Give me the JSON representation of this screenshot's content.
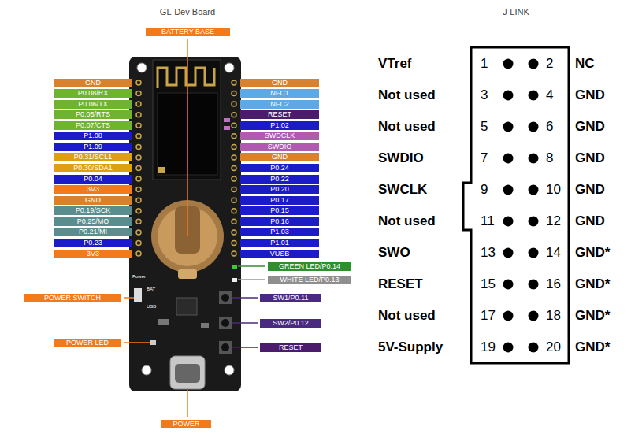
{
  "diagram": {
    "title": "GL-Dev Board",
    "nodes": [
      {
        "text": [
          "GND"
        ]
      },
      {
        "text": [
          "P0.08/RX"
        ]
      },
      {
        "text": [
          "P0.06/TX"
        ]
      },
      {
        "text": [
          "P0.05/RTS"
        ]
      },
      {
        "text": [
          "P0.07/CTS"
        ]
      },
      {
        "text": [
          "P1.08"
        ]
      },
      {
        "text": [
          "P1.09"
        ]
      },
      {
        "text": [
          "P0.31/SCL1"
        ]
      },
      {
        "text": [
          "P0.30/SDA1"
        ]
      },
      {
        "text": [
          "P0.04"
        ]
      },
      {
        "text": [
          "3V3"
        ]
      },
      {
        "text": [
          "GND"
        ]
      },
      {
        "text": [
          "P0.19/SCK"
        ]
      },
      {
        "text": [
          "P0.25/MO"
        ]
      },
      {
        "text": [
          "P0.21/MI"
        ]
      },
      {
        "text": [
          "P0.23"
        ]
      },
      {
        "text": [
          "3V3"
        ]
      },
      {
        "text": [
          "GND"
        ]
      },
      {
        "text": [
          "NFC1"
        ]
      },
      {
        "text": [
          "NFC2"
        ]
      },
      {
        "text": [
          "RESET"
        ]
      },
      {
        "text": [
          "P1.02"
        ]
      },
      {
        "text": [
          "SWDCLK"
        ]
      },
      {
        "text": [
          "SWDIO"
        ]
      },
      {
        "text": [
          "GND"
        ]
      },
      {
        "text": [
          "P0.24"
        ]
      },
      {
        "text": [
          "P0.22"
        ]
      },
      {
        "text": [
          "P0.20"
        ]
      },
      {
        "text": [
          "P0.17"
        ]
      },
      {
        "text": [
          "P0.15"
        ]
      },
      {
        "text": [
          "P0.16"
        ]
      },
      {
        "text": [
          "P1.03"
        ]
      },
      {
        "text": [
          "P1.01"
        ]
      },
      {
        "text": [
          "VUSB"
        ]
      },
      {
        "text": [
          "GREEN LED/P0.14"
        ]
      },
      {
        "text": [
          "WHITE LED/P0.13"
        ]
      },
      {
        "text": [
          "SW1/P0.11"
        ]
      },
      {
        "text": [
          "SW2/P0.12"
        ]
      },
      {
        "text": [
          "RESET"
        ]
      },
      {
        "text": [
          "POWER SWITCH"
        ]
      },
      {
        "text": [
          "POWER LED"
        ]
      },
      {
        "text": [
          "BATTERY BASE"
        ]
      },
      {
        "text": [
          "POWER"
        ]
      }
    ],
    "labels": [
      "J-LINK",
      "VTref",
      "1",
      "2",
      "NC",
      "Not used",
      "3",
      "4",
      "GND",
      "Not used",
      "5",
      "6",
      "GND",
      "SWDIO",
      "7",
      "8",
      "GND",
      "SWCLK",
      "9",
      "10",
      "GND",
      "Not used",
      "11",
      "12",
      "GND",
      "SWO",
      "13",
      "14",
      "GND*",
      "RESET",
      "15",
      "16",
      "GND*",
      "Not used",
      "17",
      "18",
      "GND*",
      "5V-Supply",
      "19",
      "20",
      "GND*",
      "Power",
      "BAT",
      "USB"
    ]
  }
}
